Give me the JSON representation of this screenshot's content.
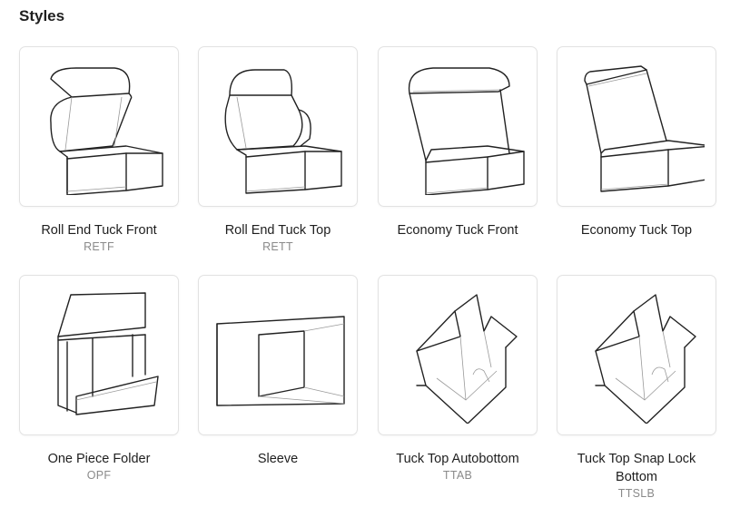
{
  "header": {
    "title": "Styles"
  },
  "styles": [
    {
      "name": "Roll End Tuck Front",
      "code": "RETF",
      "icon": "roll-end-tuck-front-box-icon"
    },
    {
      "name": "Roll End Tuck Top",
      "code": "RETT",
      "icon": "roll-end-tuck-top-box-icon"
    },
    {
      "name": "Economy Tuck Front",
      "code": "",
      "icon": "economy-tuck-front-box-icon"
    },
    {
      "name": "Economy Tuck Top",
      "code": "",
      "icon": "economy-tuck-top-box-icon"
    },
    {
      "name": "One Piece Folder",
      "code": "OPF",
      "icon": "one-piece-folder-box-icon"
    },
    {
      "name": "Sleeve",
      "code": "",
      "icon": "sleeve-box-icon"
    },
    {
      "name": "Tuck Top Autobottom",
      "code": "TTAB",
      "icon": "tuck-top-autobottom-box-icon"
    },
    {
      "name": "Tuck Top Snap Lock Bottom",
      "code": "TTSLB",
      "icon": "tuck-top-snap-lock-bottom-box-icon"
    }
  ]
}
